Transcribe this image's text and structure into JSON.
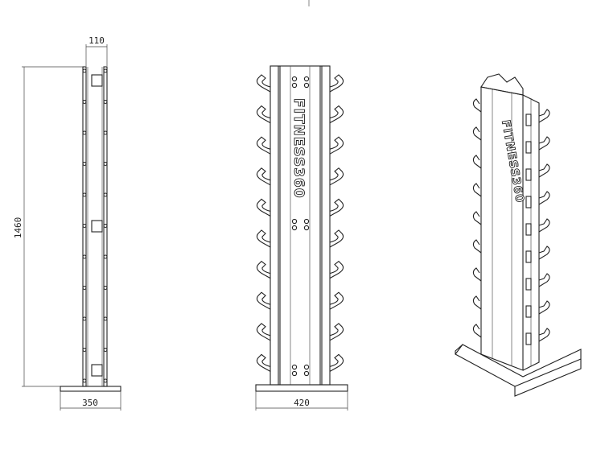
{
  "drawing": {
    "side_view": {
      "width_dim": "110",
      "height_dim": "1460",
      "base_dim": "350"
    },
    "front_view": {
      "base_dim": "420",
      "logo_text": "FITNESS360",
      "hook_count": 10
    },
    "iso_view": {
      "logo_text": "FITNESS360",
      "hook_count": 9
    }
  }
}
